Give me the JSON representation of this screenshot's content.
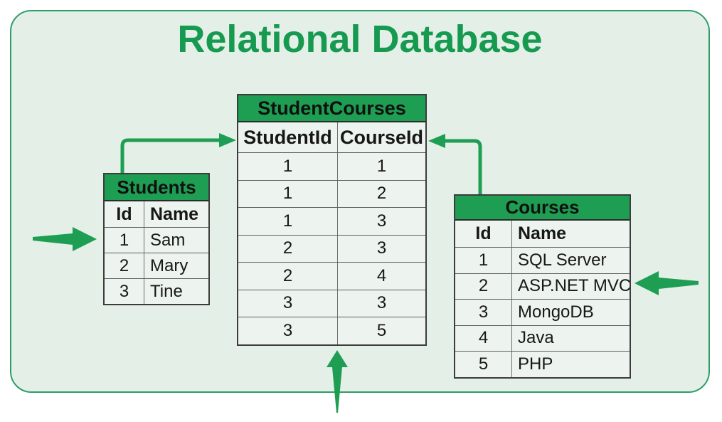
{
  "title": "Relational Database",
  "colors": {
    "title_green": "#169a4f",
    "table_header_green": "#1e9e52",
    "arrow_green": "#1e9e52",
    "canvas_border": "#2f9e68",
    "canvas_bg": "#e4efe8",
    "cell_bg": "#edf3ee",
    "text": "#171717"
  },
  "tables": {
    "student_courses": {
      "title": "StudentCourses",
      "columns": [
        "StudentId",
        "CourseId"
      ],
      "rows": [
        [
          "1",
          "1"
        ],
        [
          "1",
          "2"
        ],
        [
          "1",
          "3"
        ],
        [
          "2",
          "3"
        ],
        [
          "2",
          "4"
        ],
        [
          "3",
          "3"
        ],
        [
          "3",
          "5"
        ]
      ]
    },
    "students": {
      "title": "Students",
      "columns": [
        "Id",
        "Name"
      ],
      "rows": [
        [
          "1",
          "Sam"
        ],
        [
          "2",
          "Mary"
        ],
        [
          "3",
          "Tine"
        ]
      ]
    },
    "courses": {
      "title": "Courses",
      "columns": [
        "Id",
        "Name"
      ],
      "rows": [
        [
          "1",
          "SQL Server"
        ],
        [
          "2",
          "ASP.NET MVC"
        ],
        [
          "3",
          "MongoDB"
        ],
        [
          "4",
          "Java"
        ],
        [
          "5",
          "PHP"
        ]
      ]
    }
  },
  "icons": {
    "students_connector": "elbow-arrow-right-icon",
    "courses_connector": "elbow-arrow-left-icon",
    "left_pointer": "arrow-right-icon",
    "right_pointer": "arrow-left-icon",
    "bottom_pointer": "arrow-up-icon"
  }
}
